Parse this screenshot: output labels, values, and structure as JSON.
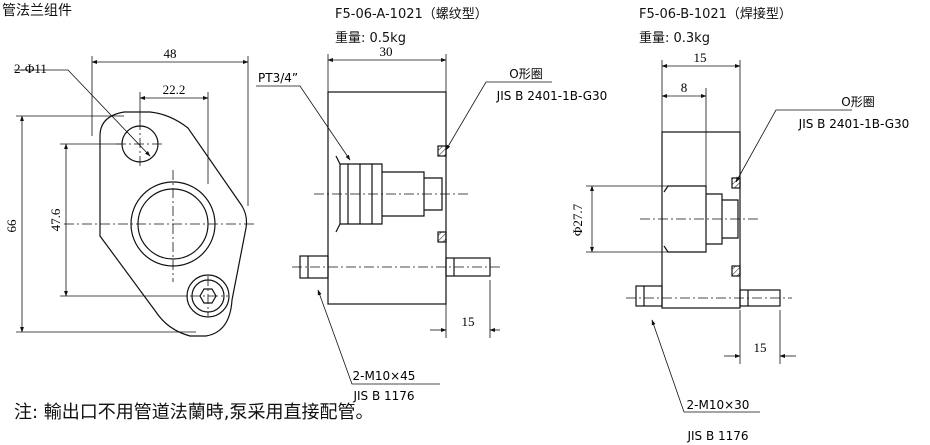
{
  "title": "管法兰组件",
  "note": "注:  輸出口不用管道法蘭時,泵采用直接配管。",
  "flange_view": {
    "hole_label": "2-Φ11",
    "width_overall": "48",
    "hole_offset": "22.2",
    "height_overall": "66",
    "hole_pitch": "47.6"
  },
  "model_a": {
    "model": "F5-06-A-1021（螺纹型）",
    "weight": "重量: 0.5kg",
    "thread_label": "PT3/4”",
    "body_width": "30",
    "oring_label": "O形圈",
    "oring_std": "JIS B 2401-1B-G30",
    "bolt_extension": "15",
    "bolt_label": "2-M10×45",
    "bolt_std": "JIS B 1176"
  },
  "model_b": {
    "model": "F5-06-B-1021（焊接型）",
    "weight": "重量: 0.3kg",
    "body_width": "15",
    "socket_depth": "8",
    "oring_label": "O形圈",
    "oring_std": "JIS B 2401-1B-G30",
    "bore_diameter": "Φ27.7",
    "bolt_extension": "15",
    "bolt_label": "2-M10×30",
    "bolt_std": "JIS B 1176"
  }
}
